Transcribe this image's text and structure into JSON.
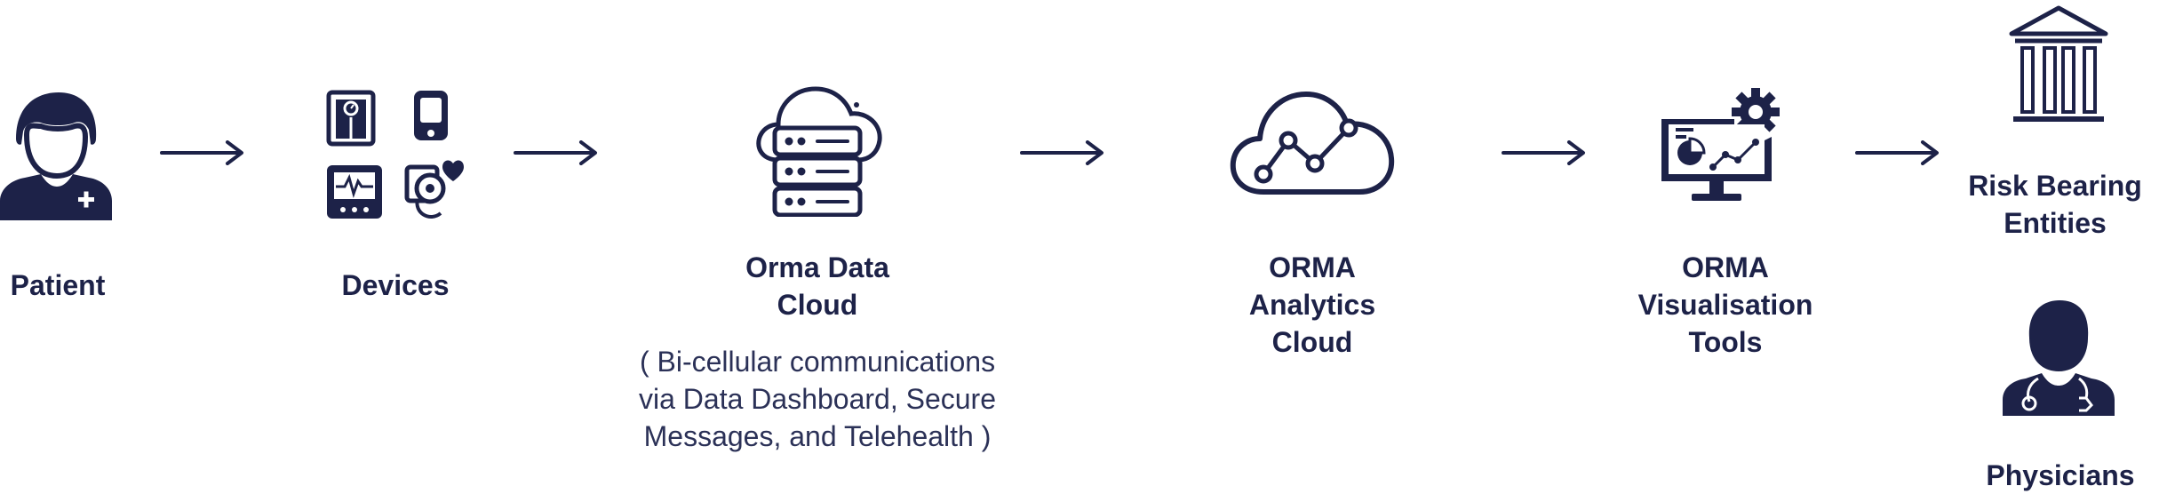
{
  "colors": {
    "primary": "#1d2248",
    "background": "#ffffff"
  },
  "flow": {
    "patient": {
      "icon": "patient-icon",
      "label": "Patient"
    },
    "devices": {
      "icon": "medical-devices-icon",
      "label": "Devices"
    },
    "data_cloud": {
      "icon": "cloud-database-icon",
      "label": "Orma Data\nCloud",
      "note": "( Bi-cellular communications\nvia Data Dashboard, Secure\nMessages, and Telehealth )"
    },
    "analytics_cloud": {
      "icon": "analytics-cloud-icon",
      "label": "ORMA\nAnalytics\nCloud"
    },
    "visualisation_tools": {
      "icon": "visualisation-monitor-icon",
      "label": "ORMA\nVisualisation\nTools"
    },
    "risk_entities": {
      "icon": "institution-building-icon",
      "label": "Risk Bearing\nEntities"
    },
    "physicians": {
      "icon": "physician-icon",
      "label": "Physicians"
    }
  }
}
